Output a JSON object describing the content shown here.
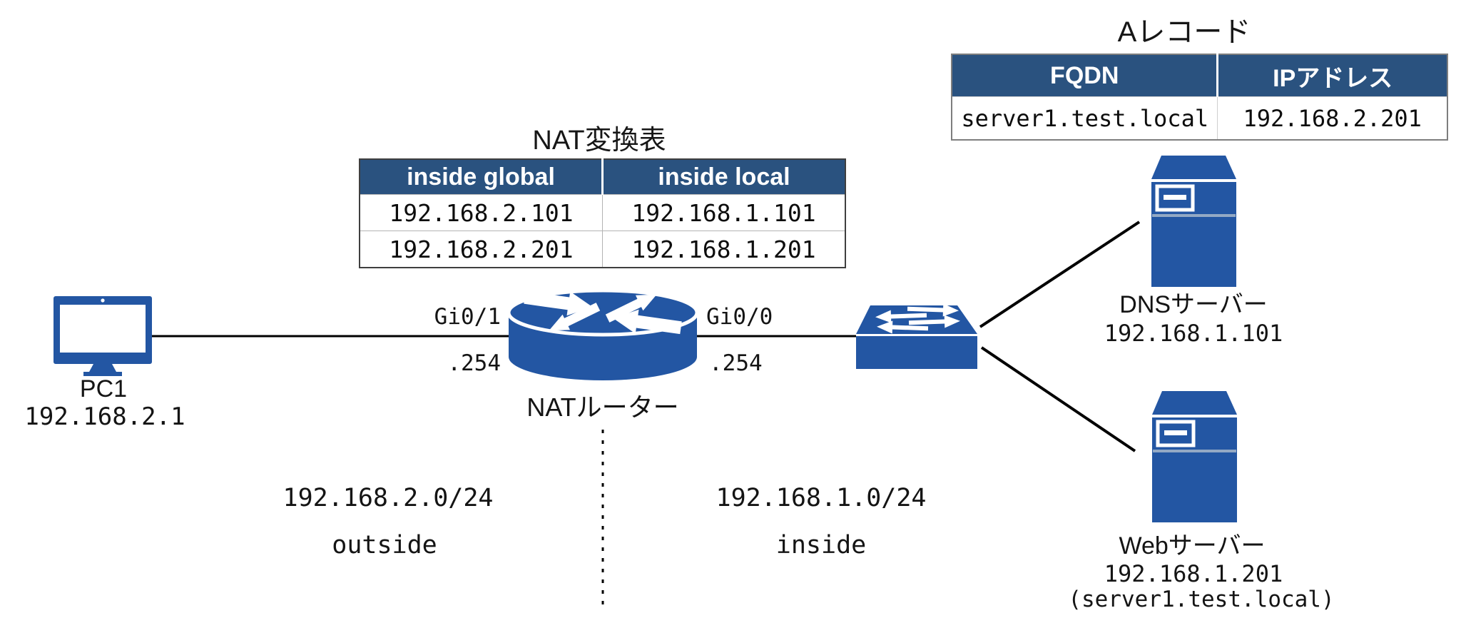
{
  "nat_table": {
    "title": "NAT変換表",
    "headers": [
      "inside global",
      "inside local"
    ],
    "rows": [
      [
        "192.168.2.101",
        "192.168.1.101"
      ],
      [
        "192.168.2.201",
        "192.168.1.201"
      ]
    ]
  },
  "a_record_table": {
    "title": "Aレコード",
    "headers": [
      "FQDN",
      "IPアドレス"
    ],
    "rows": [
      [
        "server1.test.local",
        "192.168.2.201"
      ]
    ]
  },
  "nodes": {
    "pc": {
      "label": "PC1",
      "ip": "192.168.2.1"
    },
    "router": {
      "label": "NATルーター",
      "left_interface": "Gi0/1",
      "left_host": ".254",
      "right_interface": "Gi0/0",
      "right_host": ".254"
    },
    "dns_server": {
      "label": "DNSサーバー",
      "ip": "192.168.1.101"
    },
    "web_server": {
      "label": "Webサーバー",
      "ip": "192.168.1.201",
      "fqdn_note": "(server1.test.local)"
    }
  },
  "networks": {
    "outside": {
      "cidr": "192.168.2.0/24",
      "zone": "outside"
    },
    "inside": {
      "cidr": "192.168.1.0/24",
      "zone": "inside"
    }
  },
  "colors": {
    "icon_blue": "#2356A3",
    "table_header_blue": "#2A527F",
    "line_color": "#000000"
  }
}
